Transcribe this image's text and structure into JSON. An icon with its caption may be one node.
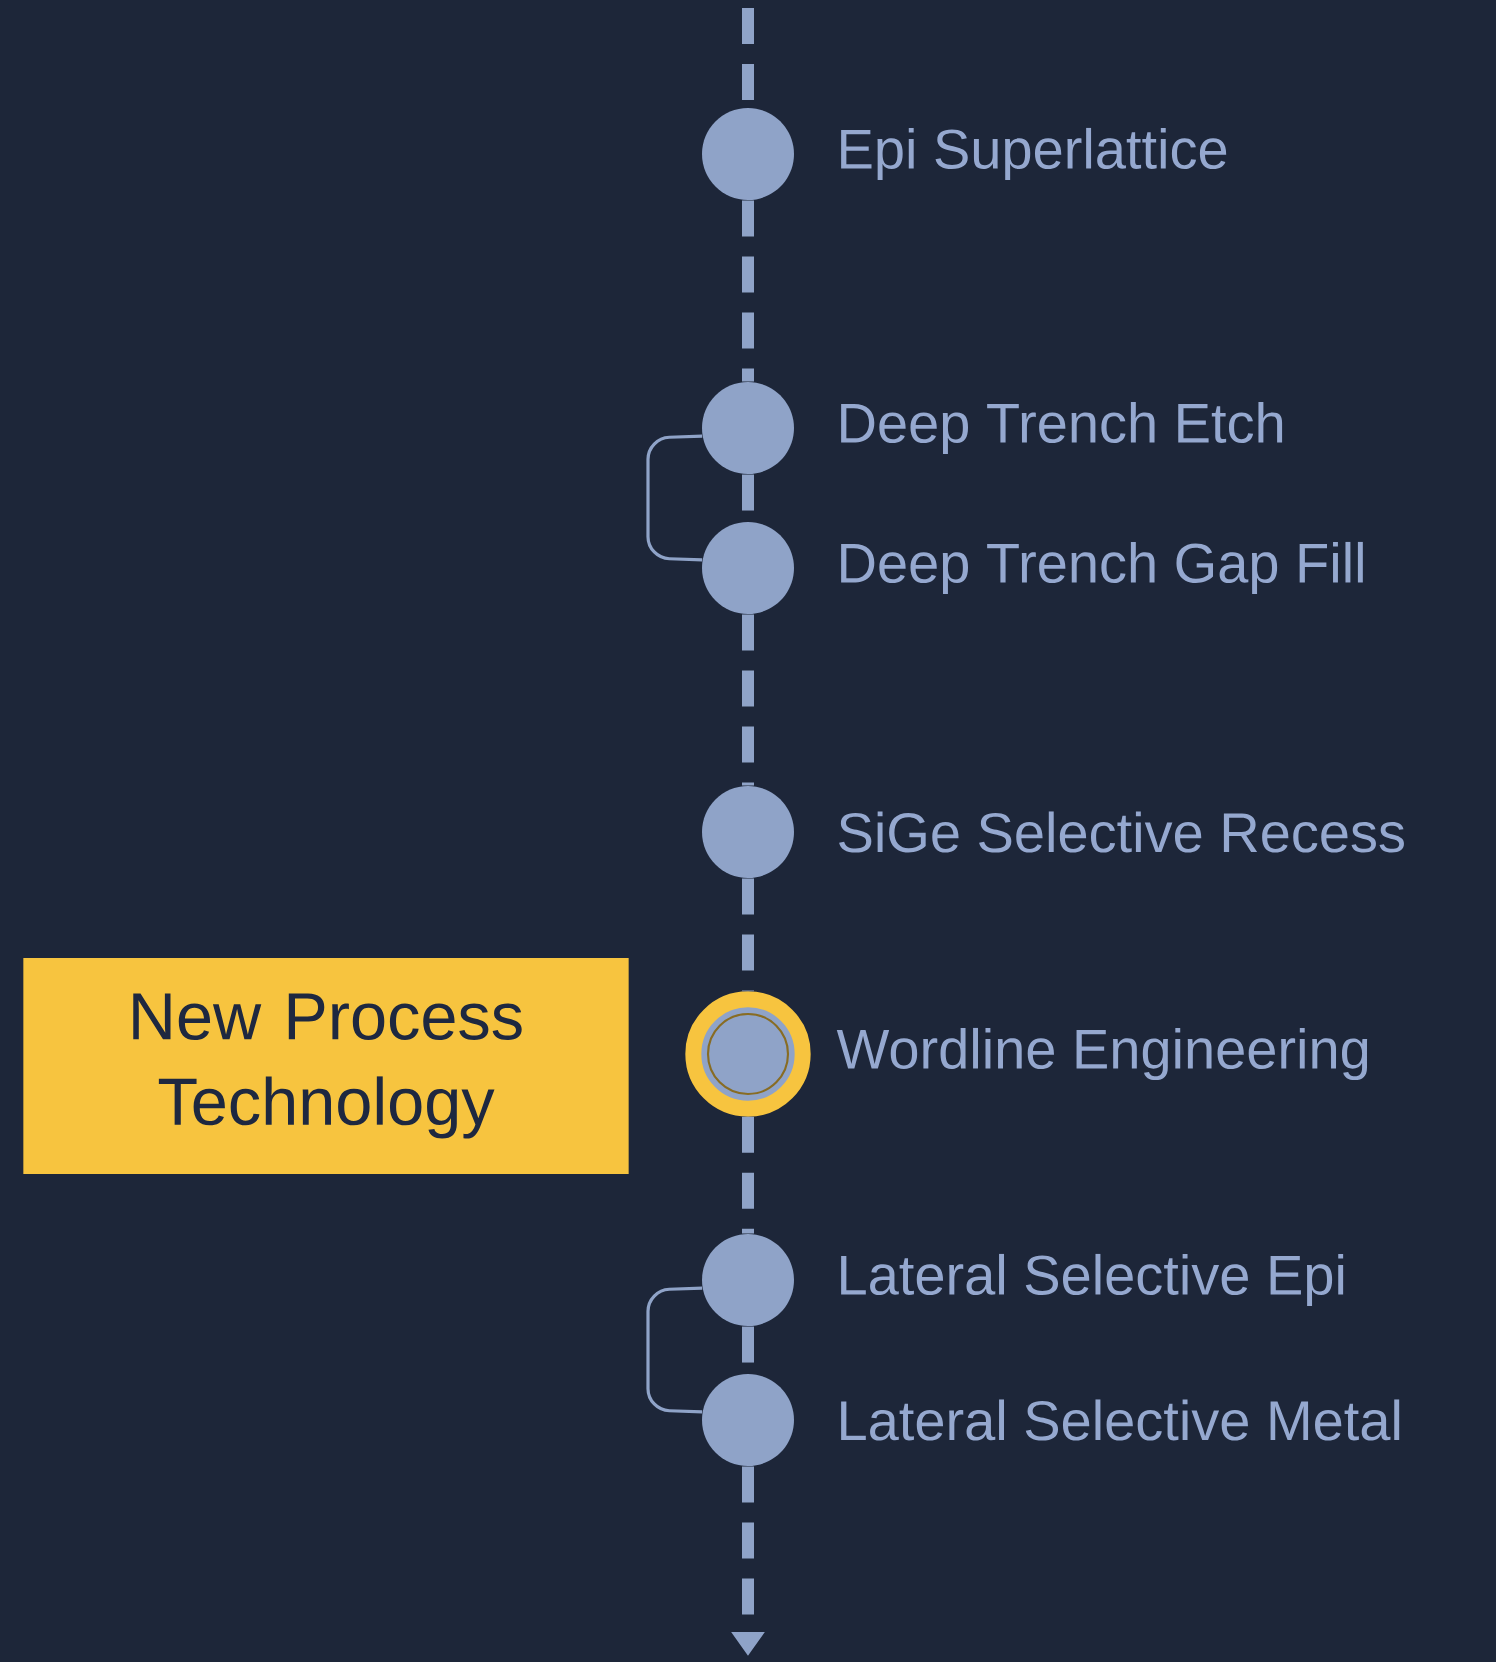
{
  "diagram": {
    "nodes": [
      {
        "text": [],
        "shape": "circle",
        "beside": [
          "Epi Superlattice"
        ]
      },
      {
        "text": [],
        "shape": "circle",
        "beside": [
          "Deep Trench Etch"
        ]
      },
      {
        "text": [],
        "shape": "circle",
        "beside": [
          "Deep Trench Gap Fill"
        ]
      },
      {
        "text": [],
        "shape": "circle",
        "beside": [
          "SiGe Selective Recess"
        ]
      },
      {
        "text": [],
        "shape": "circle",
        "beside": [
          "Wordline Engineering"
        ]
      },
      {
        "text": [],
        "shape": "circle",
        "beside": [
          "Lateral Selective Epi"
        ]
      },
      {
        "text": [],
        "shape": "circle",
        "beside": [
          "Lateral Selective Metal"
        ]
      },
      {
        "text": [
          "New Process Technology"
        ]
      }
    ],
    "edges": [
      {
        "from": null,
        "to": 0,
        "arrow": "none",
        "style": "dashed"
      },
      {
        "from": 0,
        "to": 1,
        "arrow": "none",
        "style": "dashed"
      },
      {
        "from": 1,
        "to": 2,
        "arrow": "none",
        "style": "dashed"
      },
      {
        "from": 2,
        "to": 3,
        "arrow": "none",
        "style": "dashed"
      },
      {
        "from": 3,
        "to": 4,
        "arrow": "none",
        "style": "dashed"
      },
      {
        "from": 4,
        "to": 5,
        "arrow": "none",
        "style": "dashed"
      },
      {
        "from": 5,
        "to": 6,
        "arrow": "none",
        "style": "dashed"
      },
      {
        "from": 6,
        "to": null,
        "arrow": "to",
        "style": "dashed"
      },
      {
        "from": 1,
        "to": 2,
        "arrow": "none"
      },
      {
        "from": 5,
        "to": 6,
        "arrow": "none"
      }
    ]
  }
}
